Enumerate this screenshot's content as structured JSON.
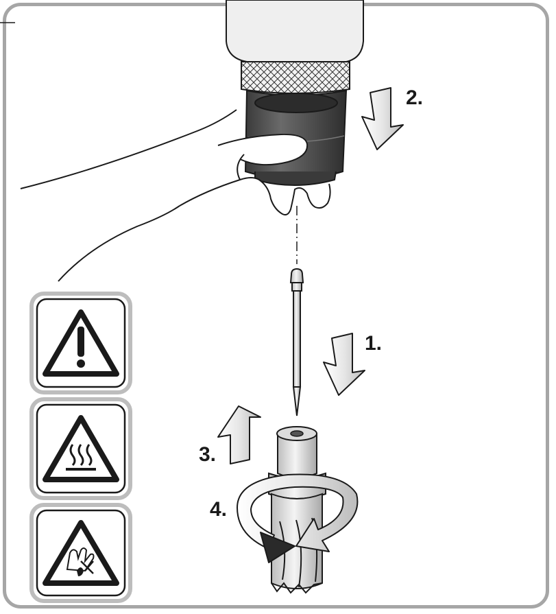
{
  "figure": {
    "steps": {
      "step1": "1.",
      "step2": "2.",
      "step3": "3.",
      "step4": "4."
    },
    "warning_icons": [
      {
        "name": "general-warning-icon"
      },
      {
        "name": "hot-surface-icon"
      },
      {
        "name": "sharp-cutter-hand-icon"
      }
    ],
    "colors": {
      "frame": "#a6a6a6",
      "ink": "#1a1a1a",
      "chuck_dark": "#4a4a4a",
      "metal_light": "#d9d9d9",
      "drill_body": "#eeeeee"
    }
  }
}
